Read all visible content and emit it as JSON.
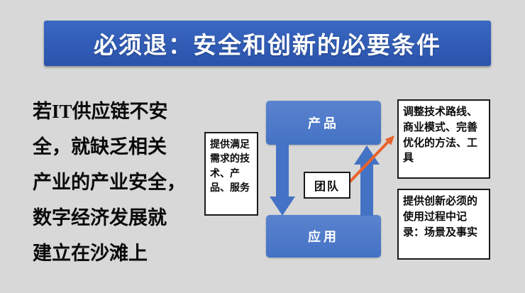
{
  "slide": {
    "title": "必须退：安全和创新的必要条件"
  },
  "left_text": {
    "lines": [
      "若IT供应链不安",
      "全，就缺乏相关",
      "产业的产业安全，",
      "数字经济发展就",
      "建立在沙滩上"
    ]
  },
  "diagram": {
    "product_box": "产品",
    "team_box": "团队",
    "application_box": "应用",
    "left_note": "提供满足需求的技术、产品、服务",
    "right_top_note": "调整技术路线、商业模式、完善优化的方法、工具",
    "right_bottom_note": "提供创新必须的使用过程中记录：场景及事实"
  },
  "colors": {
    "banner_blue": "#2a53ac",
    "shape_blue": "#4472c4",
    "arrow_orange": "#e8622d",
    "background_gray": "#d8d8d8"
  }
}
